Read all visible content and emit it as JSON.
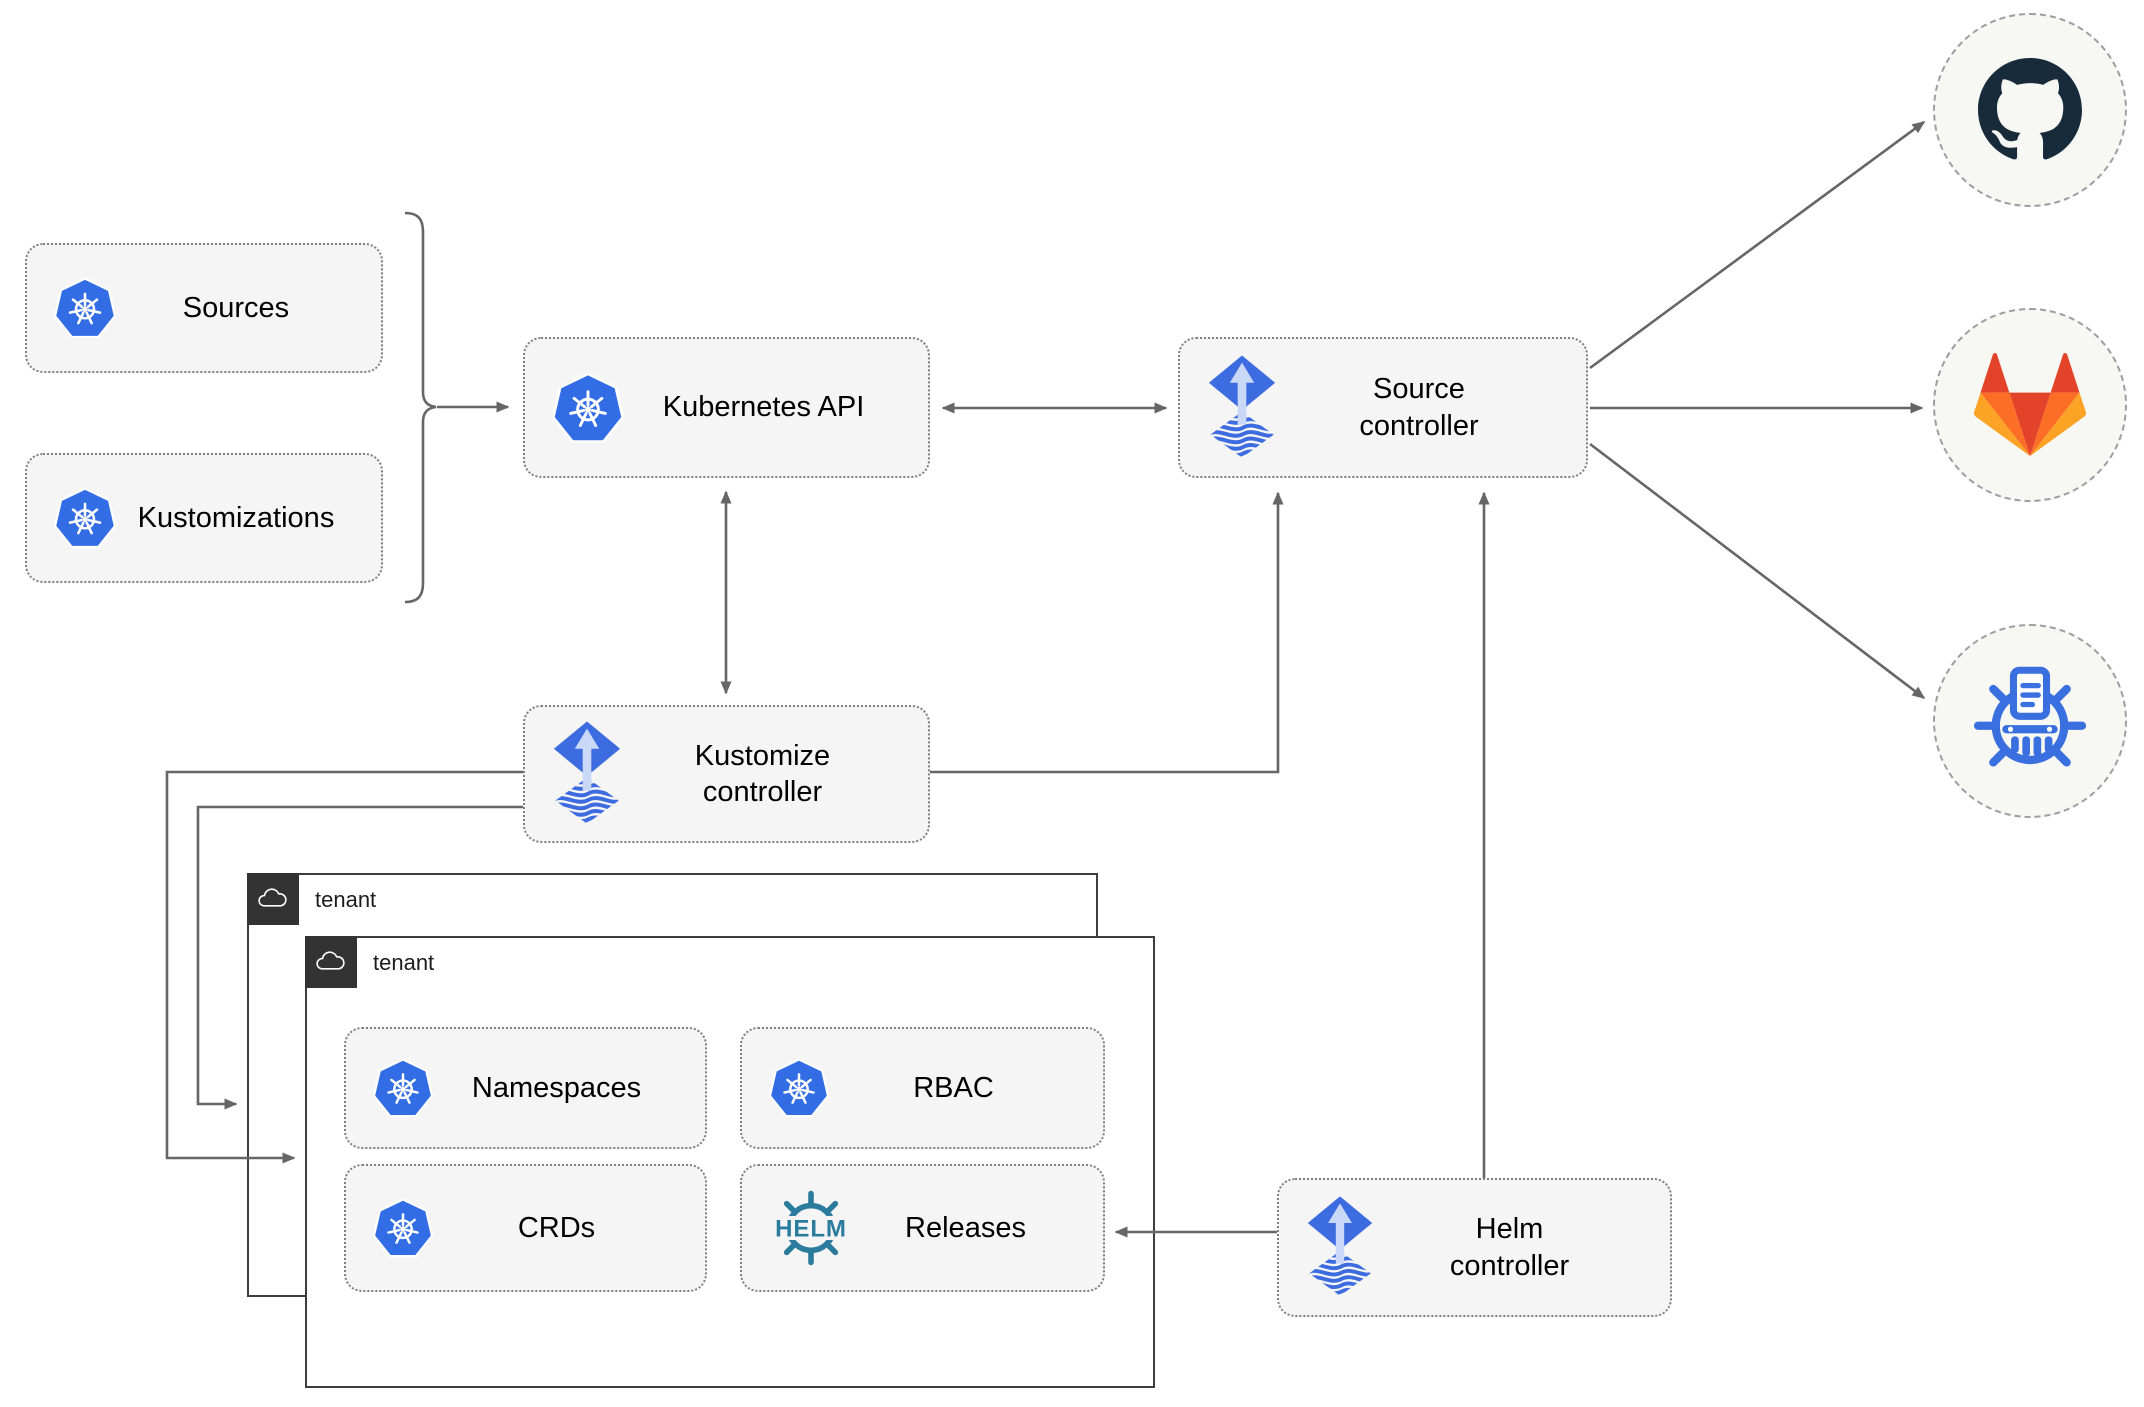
{
  "colors": {
    "kubernetes_blue": "#326de6",
    "flux_blue": "#3d6ce0",
    "flux_arrow_light": "#c9d8f7",
    "helm_teal": "#2b7b9d",
    "chartmuseum_blue": "#3a6fe0",
    "github_dark": "#182b3a",
    "gitlab_red_orange": "#e24329",
    "gitlab_orange": "#fc6d26",
    "gitlab_yellow": "#fca326",
    "edge_gray": "#666666",
    "node_fill": "#f5f5f5",
    "tenant_header_dark": "#333333"
  },
  "nodes": {
    "sources": {
      "label": "Sources",
      "icon": "kubernetes-icon"
    },
    "kustomizations": {
      "label": "Kustomizations",
      "icon": "kubernetes-icon"
    },
    "kubernetes_api": {
      "label": "Kubernetes API",
      "icon": "kubernetes-icon"
    },
    "source_controller": {
      "label": "Source controller",
      "icon": "flux-icon"
    },
    "kustomize_controller": {
      "label": "Kustomize controller",
      "icon": "flux-icon"
    },
    "helm_controller": {
      "label": "Helm controller",
      "icon": "flux-icon"
    },
    "namespaces": {
      "label": "Namespaces",
      "icon": "kubernetes-icon"
    },
    "rbac": {
      "label": "RBAC",
      "icon": "kubernetes-icon"
    },
    "crds": {
      "label": "CRDs",
      "icon": "kubernetes-icon"
    },
    "releases": {
      "label": "Releases",
      "icon": "helm-icon"
    }
  },
  "tenants": {
    "back": {
      "label": "tenant",
      "icon": "cloud-icon"
    },
    "front": {
      "label": "tenant",
      "icon": "cloud-icon"
    }
  },
  "external": {
    "github": {
      "icon": "github-icon"
    },
    "gitlab": {
      "icon": "gitlab-icon"
    },
    "helm_repository": {
      "icon": "chartmuseum-icon"
    }
  },
  "icons": {
    "helm_logo_text": "HELM"
  }
}
